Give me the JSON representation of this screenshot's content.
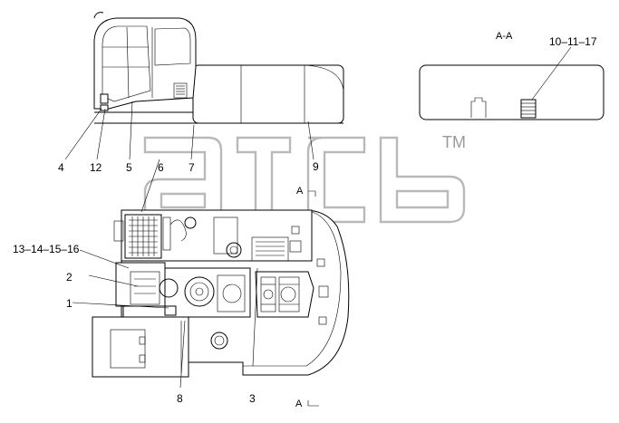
{
  "callouts": {
    "c1": "1",
    "c2": "2",
    "c3": "3",
    "c4": "4",
    "c5": "5",
    "c6": "6",
    "c7": "7",
    "c8": "8",
    "c9": "9",
    "c10": "10–11–17",
    "c12": "12",
    "c13": "13–14–15–16"
  },
  "section": {
    "title": "A-A",
    "mark_top": "A",
    "mark_bottom": "A"
  },
  "watermark": {
    "logo": "atcb",
    "tm": "TM"
  },
  "colors": {
    "line": "#000000",
    "watermark": "#b9b9b9",
    "background": "#ffffff"
  }
}
